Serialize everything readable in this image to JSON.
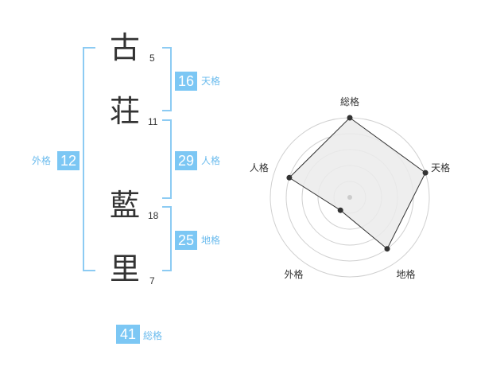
{
  "name_chars": [
    {
      "char": "古",
      "strokes": "5"
    },
    {
      "char": "荘",
      "strokes": "11"
    },
    {
      "char": "藍",
      "strokes": "18"
    },
    {
      "char": "里",
      "strokes": "7"
    }
  ],
  "kaku": {
    "tenkaku": {
      "value": "16",
      "label": "天格"
    },
    "jinkaku": {
      "value": "29",
      "label": "人格"
    },
    "chikaku": {
      "value": "25",
      "label": "地格"
    },
    "gaikaku": {
      "value": "12",
      "label": "外格"
    },
    "soukaku": {
      "value": "41",
      "label": "総格"
    }
  },
  "chart_data": {
    "type": "radar",
    "axes": [
      "総格",
      "天格",
      "地格",
      "外格",
      "人格"
    ],
    "values": [
      5,
      5,
      4,
      1,
      4
    ],
    "max": 5,
    "rings": 5,
    "colors": {
      "fill": "#ebebeb",
      "stroke": "#333333",
      "grid": "#d0d0d0",
      "point": "#333333"
    }
  },
  "colors": {
    "accent": "#7cc7f4",
    "accent_text": "#6cbcee"
  }
}
